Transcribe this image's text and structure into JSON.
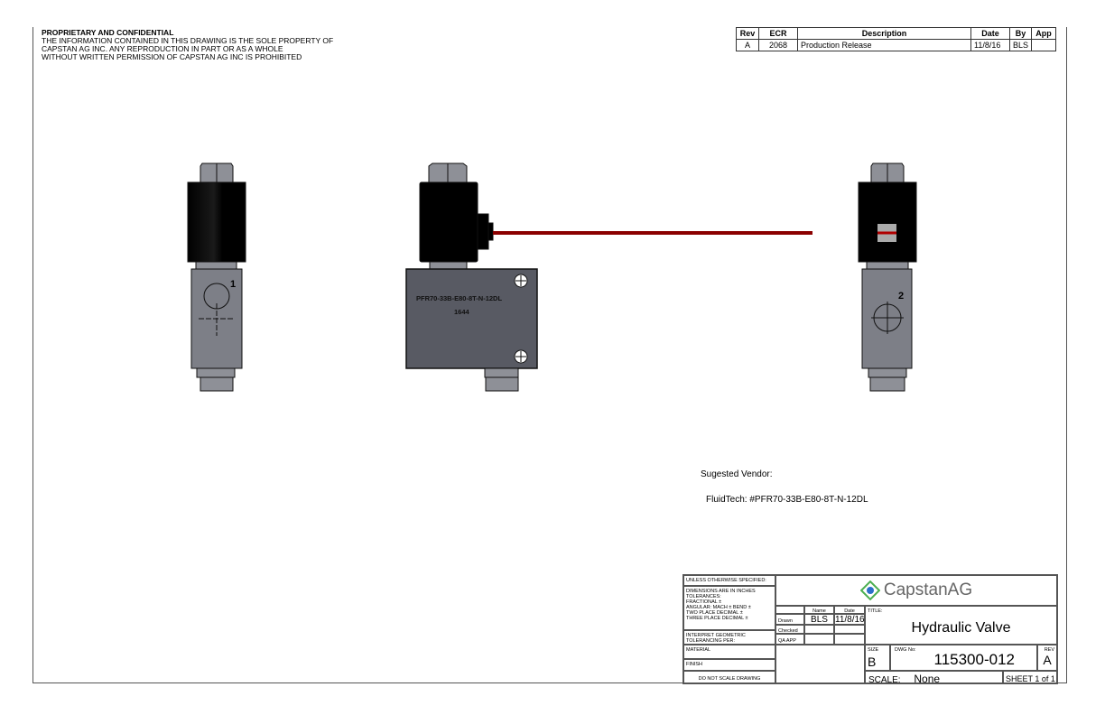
{
  "notice": {
    "heading": "PROPRIETARY AND CONFIDENTIAL",
    "lines": [
      "THE INFORMATION CONTAINED IN THIS DRAWING IS THE SOLE PROPERTY OF",
      "CAPSTAN AG INC. ANY REPRODUCTION IN PART OR AS A WHOLE",
      "WITHOUT WRITTEN PERMISSION OF CAPSTAN AG INC IS PROHIBITED"
    ]
  },
  "revision_table": {
    "headers": [
      "Rev",
      "ECR",
      "Description",
      "Date",
      "By",
      "App"
    ],
    "rows": [
      [
        "A",
        "2068",
        "Production Release",
        "11/8/16",
        "BLS",
        ""
      ]
    ]
  },
  "drawing": {
    "view_label_1": "1",
    "view_label_2": "2",
    "part_marking": "PFR70-33B-E80-8T-N-12DL",
    "part_code": "1644",
    "colors": {
      "body": "#7d7f87",
      "coil": "#000000",
      "wire": "#8b0000",
      "nut": "#8e9097"
    }
  },
  "vendor": {
    "label": "Sugested Vendor:",
    "value": "FluidTech:  #PFR70-33B-E80-8T-N-12DL"
  },
  "title_block": {
    "unless": "UNLESS OTHERWISE SPECIFIED:",
    "dimensions": "DIMENSIONS ARE IN INCHES",
    "tolerances": "TOLERANCES:",
    "fractional": "FRACTIONAL ±",
    "angular": "ANGULAR: MACH ±    BEND ±",
    "two_place": "TWO PLACE DECIMAL    ±",
    "three_place": "THREE PLACE DECIMAL  ±",
    "interpret": "INTERPRET GEOMETRIC",
    "tolerancing": "TOLERANCING PER:",
    "material": "MATERIAL",
    "finish": "FINISH",
    "do_not_scale": "DO NOT SCALE DRAWING",
    "name_header": "Name",
    "date_header": "Date",
    "drawn_label": "Drawn",
    "drawn_name": "BLS",
    "drawn_date": "11/8/16",
    "checked_label": "Checked",
    "qa_label": "QA APP",
    "logo_text": "CapstanAG",
    "title_label": "TITLE:",
    "title": "Hydraulic Valve",
    "size_label": "SIZE",
    "size": "B",
    "dwg_label": "DWG No:",
    "dwg_no": "115300-012",
    "rev_label": "REV",
    "rev": "A",
    "scale_label": "SCALE:",
    "scale": "None",
    "sheet": "SHEET 1 of 1"
  }
}
